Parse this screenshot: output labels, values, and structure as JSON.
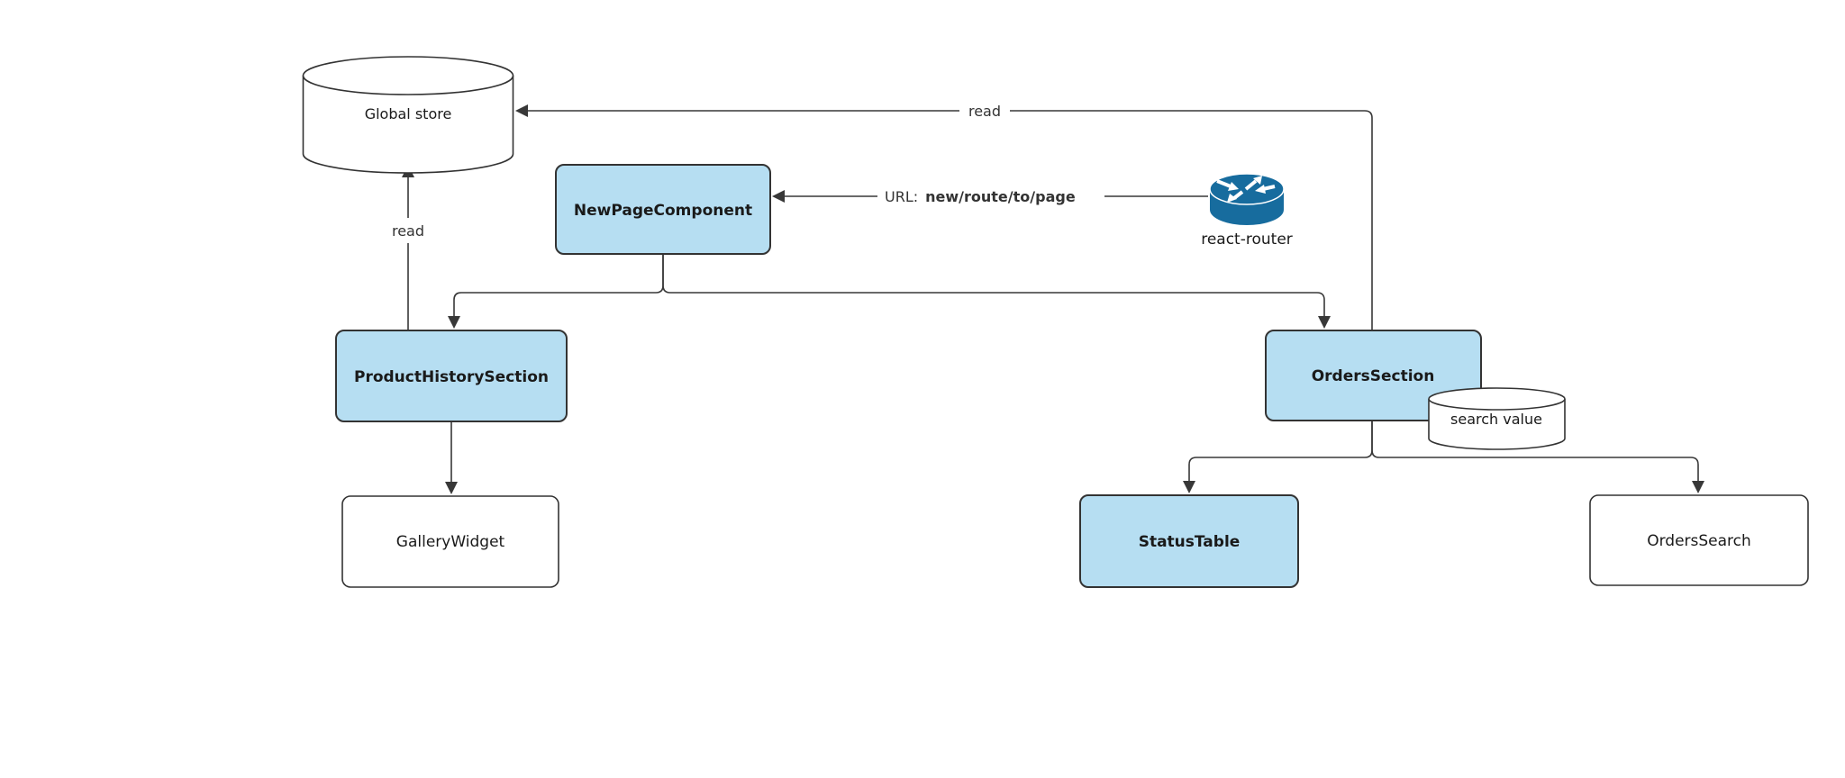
{
  "diagram": {
    "colors": {
      "highlight_node_fill": "#b6def2",
      "node_stroke": "#333333",
      "plain_node_fill": "#ffffff",
      "edge_line": "#383838",
      "router_icon_blue": "#176c9e",
      "text": "#1a1a1a"
    },
    "nodes": {
      "global_store": {
        "label": "Global store",
        "shape": "cylinder",
        "highlighted": false
      },
      "new_page_component": {
        "label": "NewPageComponent",
        "shape": "rounded-rect",
        "highlighted": true
      },
      "react_router": {
        "label": "react-router",
        "shape": "router-icon",
        "highlighted": false
      },
      "product_history_section": {
        "label": "ProductHistorySection",
        "shape": "rounded-rect",
        "highlighted": true
      },
      "orders_section": {
        "label": "OrdersSection",
        "shape": "rounded-rect",
        "highlighted": true
      },
      "search_value": {
        "label": "search value",
        "shape": "cylinder",
        "highlighted": false
      },
      "gallery_widget": {
        "label": "GalleryWidget",
        "shape": "rounded-rect",
        "highlighted": false
      },
      "status_table": {
        "label": "StatusTable",
        "shape": "rounded-rect",
        "highlighted": true
      },
      "orders_search": {
        "label": "OrdersSearch",
        "shape": "rounded-rect",
        "highlighted": false
      }
    },
    "edges": {
      "product_history_reads_store": {
        "from": "ProductHistorySection",
        "to": "Global store",
        "label": "read"
      },
      "orders_reads_store": {
        "from": "OrdersSection",
        "to": "Global store",
        "label": "read"
      },
      "router_url_to_new_page": {
        "from": "react-router",
        "to": "NewPageComponent",
        "label_prefix": "URL:",
        "label_path": "new/route/to/page"
      },
      "new_page_to_product_history": {
        "from": "NewPageComponent",
        "to": "ProductHistorySection",
        "label": ""
      },
      "new_page_to_orders": {
        "from": "NewPageComponent",
        "to": "OrdersSection",
        "label": ""
      },
      "product_history_to_gallery": {
        "from": "ProductHistorySection",
        "to": "GalleryWidget",
        "label": ""
      },
      "orders_to_status_table": {
        "from": "OrdersSection",
        "to": "StatusTable",
        "label": ""
      },
      "orders_to_orders_search": {
        "from": "OrdersSection",
        "to": "OrdersSearch",
        "label": ""
      }
    }
  }
}
